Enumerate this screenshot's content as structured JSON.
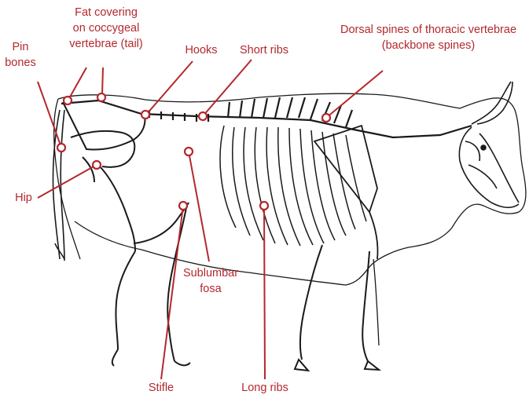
{
  "diagram": {
    "accent_color": "#b3282d",
    "outline_color": "#1a1a1a",
    "labels": {
      "fat_covering": [
        "Fat covering",
        "on coccygeal",
        "vertebrae (tail)"
      ],
      "pin_bones": [
        "Pin",
        "bones"
      ],
      "hooks": "Hooks",
      "short_ribs": "Short ribs",
      "dorsal_spines": [
        "Dorsal spines of thoracic vertebrae",
        "(backbone spines)"
      ],
      "hip": "Hip",
      "sublumbar_fosa": [
        "Sublumbar",
        "fosa"
      ],
      "stifle": "Stifle",
      "long_ribs": "Long ribs"
    }
  }
}
